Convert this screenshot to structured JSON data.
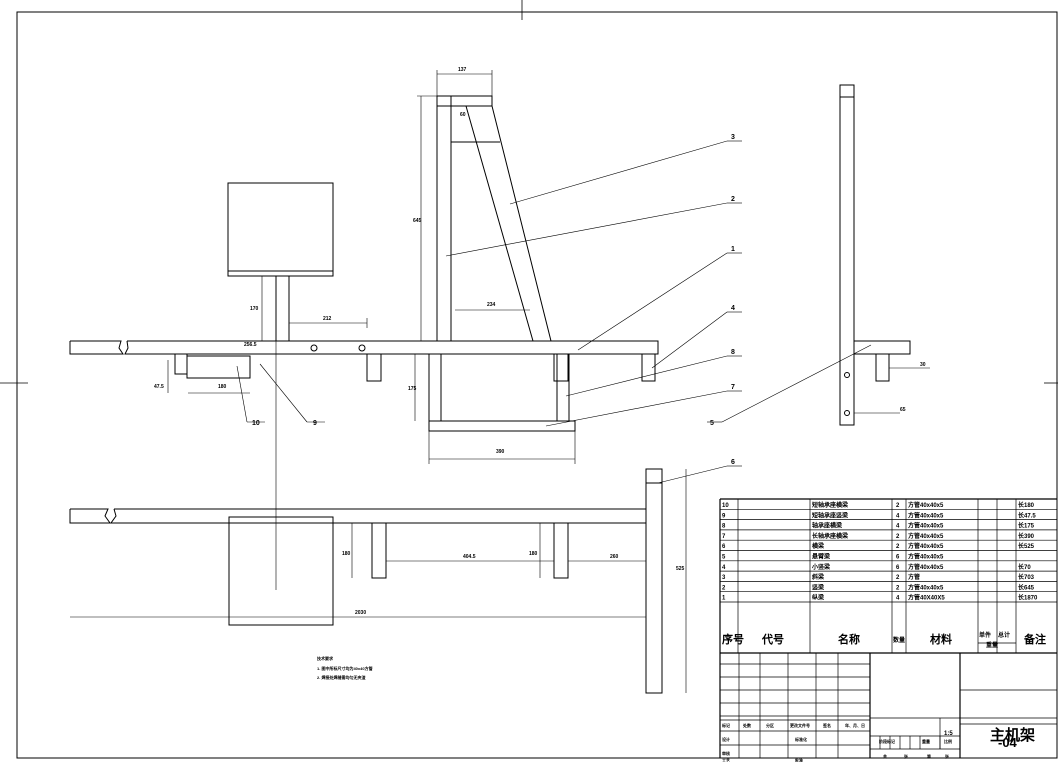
{
  "drawing": {
    "title": "主机架",
    "drawing_number": "-04",
    "scale": "1:5"
  },
  "dimensions": {
    "top_width": "137",
    "top_short": "60",
    "post_height": "645",
    "diagonal_base": "234",
    "upright_gap": "212",
    "upright_height": "170",
    "beam_offset": "256.5",
    "left_height": "47.5",
    "left_bottom": "180",
    "under_height": "175",
    "under_width": "390",
    "plan_height_a": "180",
    "plan_span": "404.5",
    "plan_height_b": "180",
    "plan_right": "260",
    "plan_total": "2030",
    "plan_right_height": "525",
    "side_gap": "30",
    "side_bottom": "65"
  },
  "balloons": [
    "3",
    "2",
    "1",
    "4",
    "8",
    "7",
    "5",
    "10",
    "9",
    "6"
  ],
  "notes": {
    "heading": "技术要求",
    "line1": "1. 图中所标尺寸均为40x40方管",
    "line2": "2. 焊接处焊缝需均匀无夹渣"
  },
  "bom": {
    "header": {
      "seq": "序号",
      "code": "代号",
      "name": "名称",
      "qty": "数量",
      "material": "材料",
      "single": "单件",
      "total": "总计",
      "weight": "重量",
      "remark": "备注"
    },
    "rows": [
      {
        "seq": "10",
        "name": "短轴承座横梁",
        "qty": "2",
        "material": "方管40x40x5",
        "remark": "长180"
      },
      {
        "seq": "9",
        "name": "短轴承座竖梁",
        "qty": "4",
        "material": "方管40x40x5",
        "remark": "长47.5"
      },
      {
        "seq": "8",
        "name": "轴承座横梁",
        "qty": "4",
        "material": "方管40x40x5",
        "remark": "长175"
      },
      {
        "seq": "7",
        "name": "长轴承座横梁",
        "qty": "2",
        "material": "方管40x40x5",
        "remark": "长390"
      },
      {
        "seq": "6",
        "name": "横梁",
        "qty": "2",
        "material": "方管40x40x5",
        "remark": "长525"
      },
      {
        "seq": "5",
        "name": "悬臂梁",
        "qty": "6",
        "material": "方管40x40x5",
        "remark": ""
      },
      {
        "seq": "4",
        "name": "小竖梁",
        "qty": "6",
        "material": "方管40x40x5",
        "remark": "长70"
      },
      {
        "seq": "3",
        "name": "斜梁",
        "qty": "2",
        "material": "方管",
        "remark": "长703"
      },
      {
        "seq": "2",
        "name": "竖梁",
        "qty": "2",
        "material": "方管40x40x5",
        "remark": "长645"
      },
      {
        "seq": "1",
        "name": "纵梁",
        "qty": "4",
        "material": "方管40X40X5",
        "remark": "长1870"
      }
    ]
  },
  "titleblock": {
    "mark": "标记",
    "count": "处数",
    "zone": "分区",
    "change_doc": "更改文件号",
    "sign": "签名",
    "date": "年、月、日",
    "design": "设计",
    "standard": "标准化",
    "stage": "阶段标记",
    "weight": "重量",
    "scale_label": "比例",
    "review": "审核",
    "process": "工艺",
    "approve": "批准",
    "sheets": "共",
    "sheet_unit": "张",
    "page": "第",
    "page_unit": "张"
  }
}
